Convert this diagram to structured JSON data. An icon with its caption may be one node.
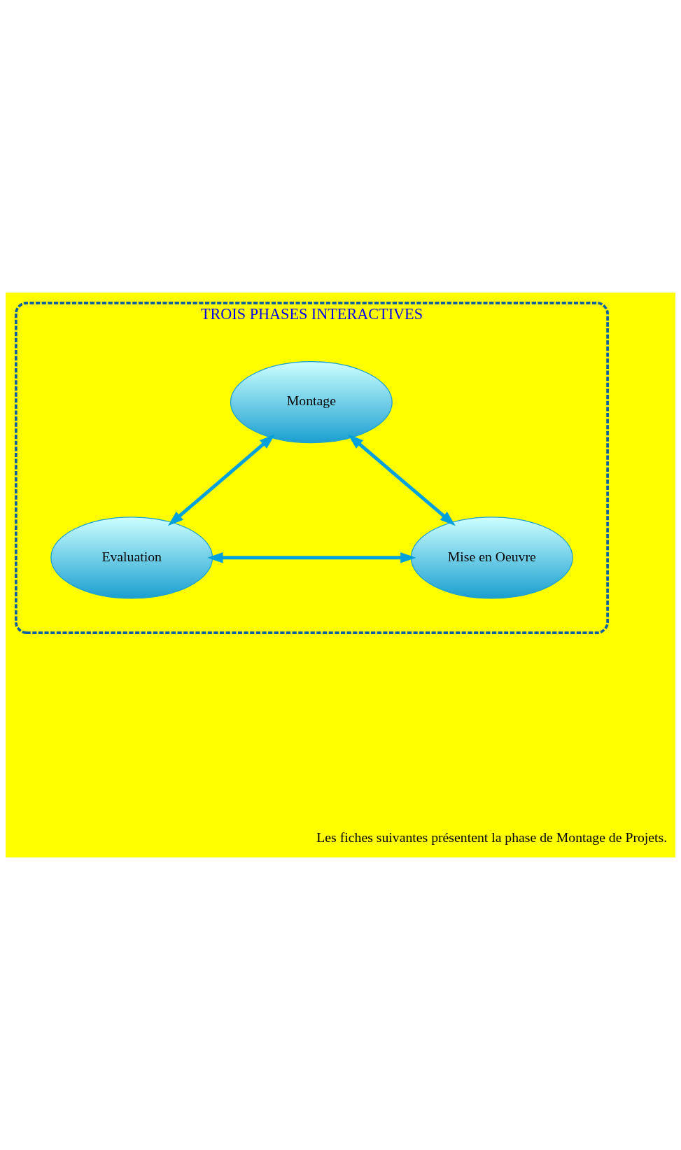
{
  "diagram": {
    "nodes": [
      {
        "text": [
          "TROIS PHASES INTERACTIVES"
        ]
      },
      {
        "text": [
          "Montage"
        ],
        "in": 0
      },
      {
        "text": [
          "Evaluation"
        ],
        "in": 0
      },
      {
        "text": [
          "Mise en Oeuvre"
        ],
        "in": 0
      }
    ],
    "edges": [
      {
        "from": 1,
        "to": 2,
        "arrow": "both"
      },
      {
        "from": 1,
        "to": 3,
        "arrow": "both"
      },
      {
        "from": 2,
        "to": 3,
        "arrow": "both"
      }
    ],
    "labels": [
      "Les fiches suivantes présentent la phase de Montage de Projets."
    ]
  }
}
